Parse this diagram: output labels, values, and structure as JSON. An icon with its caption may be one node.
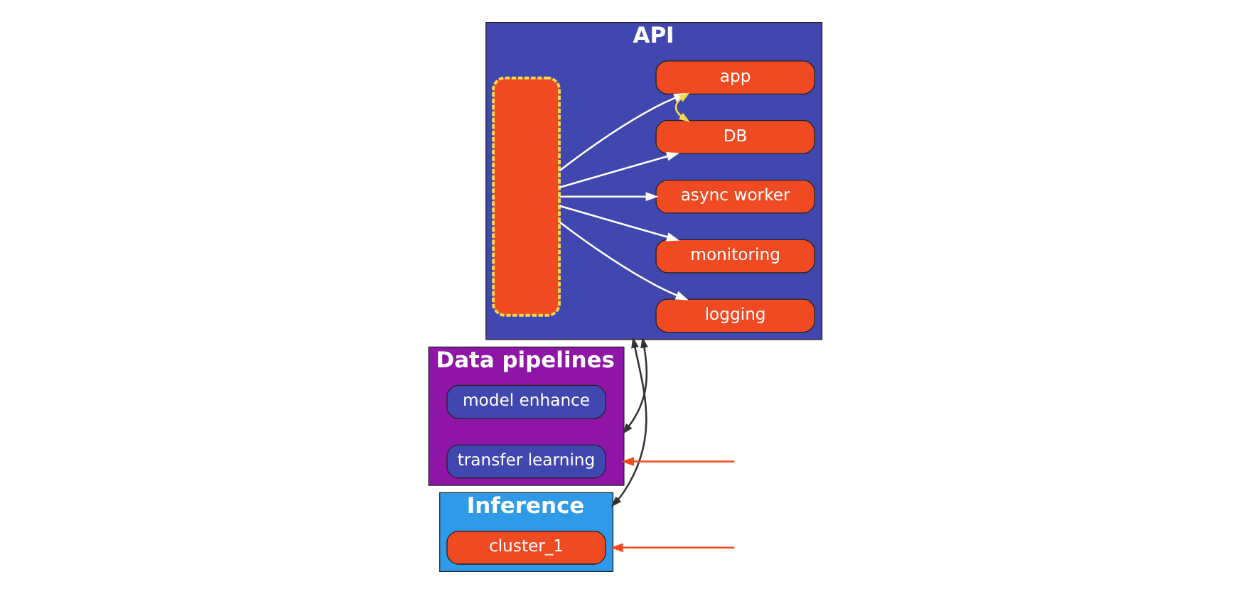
{
  "diagram": {
    "nodes": [
      {
        "text": [
          "API"
        ]
      },
      {
        "text": [],
        "shape": "box",
        "in": 0
      },
      {
        "text": [
          "app"
        ],
        "in": 0
      },
      {
        "text": [
          "DB"
        ],
        "in": 0
      },
      {
        "text": [
          "async worker"
        ],
        "in": 0
      },
      {
        "text": [
          "monitoring"
        ],
        "in": 0
      },
      {
        "text": [
          "logging"
        ],
        "in": 0
      },
      {
        "text": [
          "Data pipelines"
        ]
      },
      {
        "text": [
          "model enhance"
        ],
        "in": 7
      },
      {
        "text": [
          "transfer learning"
        ],
        "in": 7
      },
      {
        "text": [
          "Inference"
        ]
      },
      {
        "text": [
          "cluster_1"
        ],
        "in": 10
      }
    ],
    "edges": [
      {
        "from": 1,
        "to": 2,
        "arrow": "to"
      },
      {
        "from": 1,
        "to": 3,
        "arrow": "to"
      },
      {
        "from": 1,
        "to": 4,
        "arrow": "to"
      },
      {
        "from": 1,
        "to": 5,
        "arrow": "to"
      },
      {
        "from": 1,
        "to": 6,
        "arrow": "to"
      },
      {
        "from": 2,
        "to": 3,
        "arrow": "both",
        "color": "#f2d94e"
      },
      {
        "from": 0,
        "to": 7,
        "arrow": "both",
        "color": "#333333"
      },
      {
        "from": 0,
        "to": 10,
        "arrow": "both",
        "color": "#333333"
      },
      {
        "from": null,
        "to": 7,
        "arrow": "to",
        "color": "#f04a23"
      },
      {
        "from": null,
        "to": 10,
        "arrow": "to",
        "color": "#f04a23"
      }
    ]
  }
}
